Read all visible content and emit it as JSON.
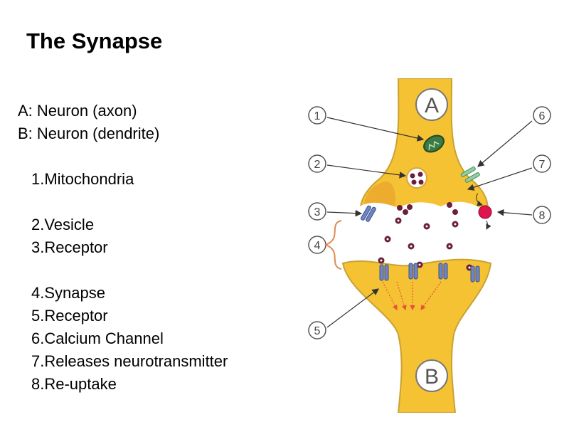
{
  "title": "The Synapse",
  "legend": {
    "a": "A: Neuron (axon)",
    "b": "B: Neuron (dendrite)"
  },
  "items": [
    "1.Mitochondria",
    "2.Vesicle",
    "3.Receptor",
    "4.Synapse",
    "5.Receptor",
    "6.Calcium Channel",
    "7.Releases neurotransmitter",
    "8.Re-uptake"
  ],
  "diagram": {
    "label_a": "A",
    "label_b": "B",
    "numbers": [
      "1",
      "2",
      "3",
      "4",
      "5",
      "6",
      "7",
      "8"
    ],
    "colors": {
      "neuron_fill": "#f5c233",
      "neuron_shade": "#e89a2a",
      "outline": "#c9a233",
      "vesicle": "#6a1f3a",
      "receptor": "#6f86c4",
      "channel": "#8fd0a0",
      "reuptake": "#e0134f",
      "signal": "#e8503a"
    }
  }
}
